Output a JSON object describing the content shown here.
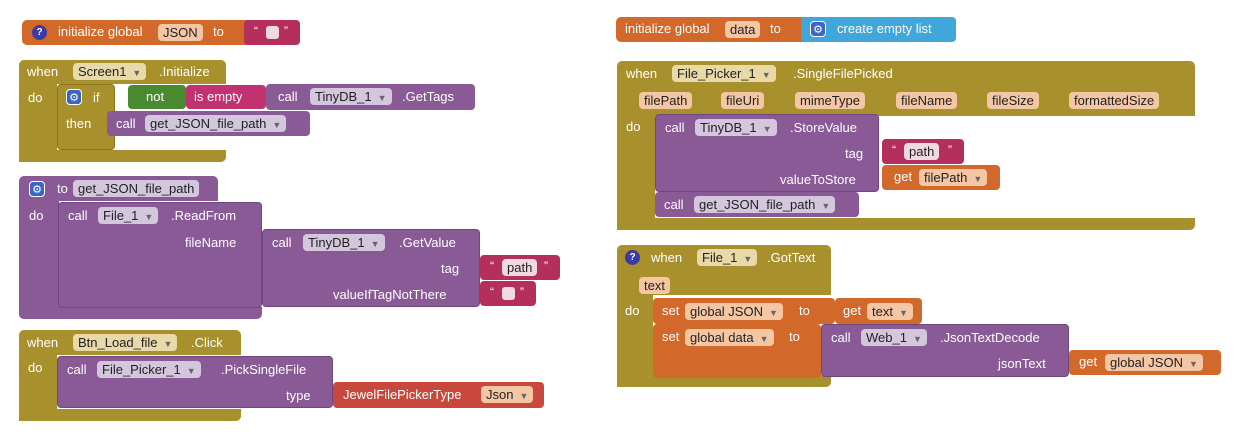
{
  "labels": {
    "initialize_global": "initialize global",
    "to": "to",
    "when": "when",
    "do": "do",
    "if": "if",
    "then": "then",
    "not": "not",
    "is_empty": "is empty",
    "call": "call",
    "get": "get",
    "set": "set",
    "quote_open": "“",
    "quote_close": "”",
    "create_empty_list": "create empty list"
  },
  "blocks": {
    "init_json": {
      "var_name": "JSON"
    },
    "init_data": {
      "var_name": "data"
    },
    "screen_init": {
      "component": "Screen1",
      "event": ".Initialize",
      "component2": "TinyDB_1",
      "method": ".GetTags",
      "proc": "get_JSON_file_path"
    },
    "proc_def": {
      "name": "get_JSON_file_path",
      "component": "File_1",
      "method": ".ReadFrom",
      "arg_filename": "fileName",
      "component2": "TinyDB_1",
      "method2": ".GetValue",
      "arg_tag": "tag",
      "tag_value": "path",
      "arg_default": "valueIfTagNotThere"
    },
    "btn_click": {
      "component": "Btn_Load_file",
      "event": ".Click",
      "component2": "File_Picker_1",
      "method": ".PickSingleFile",
      "arg_type": "type",
      "type_helper": "JewelFilePickerType",
      "type_value": "Json"
    },
    "picked": {
      "component": "File_Picker_1",
      "event": ".SingleFilePicked",
      "params": [
        "filePath",
        "fileUri",
        "mimeType",
        "fileName",
        "fileSize",
        "formattedSize"
      ],
      "component2": "TinyDB_1",
      "method": ".StoreValue",
      "arg_tag": "tag",
      "tag_value": "path",
      "arg_value": "valueToStore",
      "get_value": "filePath",
      "proc": "get_JSON_file_path"
    },
    "got_text": {
      "component": "File_1",
      "event": ".GotText",
      "param": "text",
      "set1_var": "global JSON",
      "set1_get": "text",
      "set2_var": "global data",
      "component2": "Web_1",
      "method": ".JsonTextDecode",
      "arg": "jsonText",
      "get2": "global JSON"
    }
  },
  "colors": {
    "event": "#a8902c",
    "procedure": "#8a5a97",
    "variable": "#d2692a",
    "text": "#b52f5c",
    "list": "#41a6d9"
  }
}
